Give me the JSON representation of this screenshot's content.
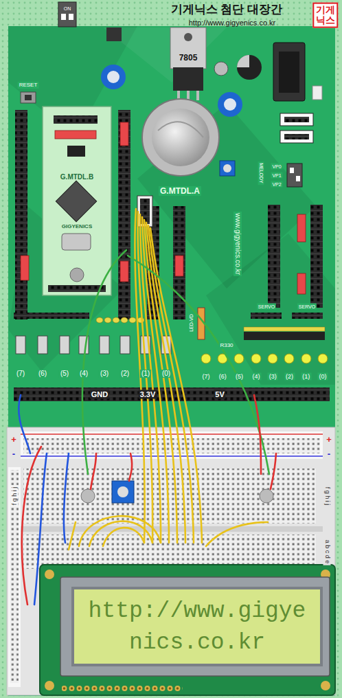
{
  "diagram": {
    "nodes": [
      {
        "text": [
          "G.MTDL.B",
          "GIGYENICS"
        ]
      },
      {
        "text": [
          "7805"
        ]
      },
      {
        "text": [
          "http://www.gigye",
          "nics.co.kr"
        ]
      }
    ],
    "labels": [
      "기게닉스 첨단 대장간",
      "http://www.gigyenics.co.kr",
      "기게닉스",
      "ON",
      "RESET",
      "G.MTDL.A",
      "www.gigyenics.co.kr",
      "MELODY",
      "VP0",
      "VP1",
      "VP2",
      "LED-VD",
      "R330",
      "SERVO",
      "SERVO",
      "(7)",
      "(6)",
      "(5)",
      "(4)",
      "(3)",
      "(2)",
      "(1)",
      "(0)",
      "(7)",
      "(6)",
      "(5)",
      "(4)",
      "(3)",
      "(2)",
      "(1)",
      "(0)",
      "GND",
      "3.3V",
      "5V",
      "+",
      "-",
      "+",
      "-",
      "f g h i j",
      "a b c d e",
      "f g h i j"
    ]
  }
}
